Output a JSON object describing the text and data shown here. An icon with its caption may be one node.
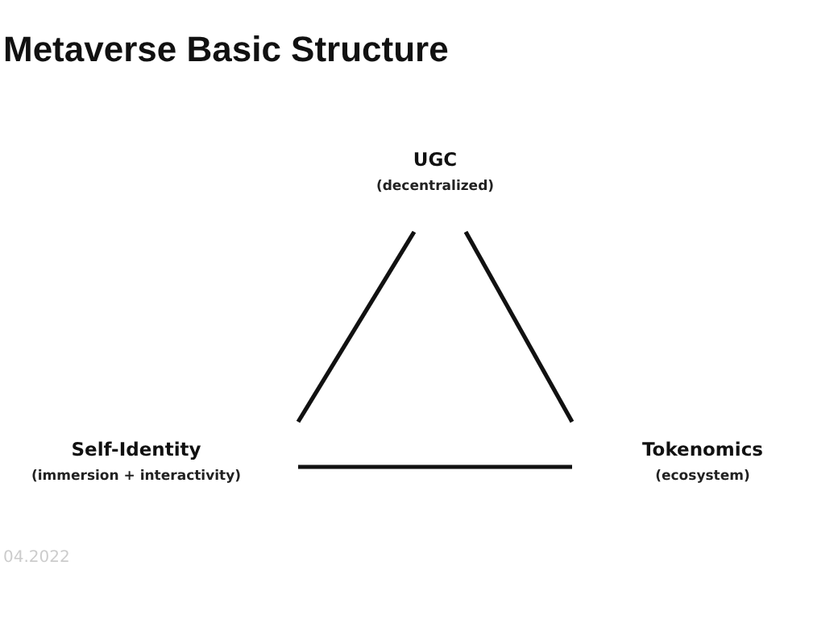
{
  "diagram": {
    "title": "Metaverse Basic Structure",
    "nodes": [
      {
        "text": [
          "UGC",
          "(decentralized)"
        ]
      },
      {
        "text": [
          "Self-Identity",
          "(immersion + interactivity)"
        ]
      },
      {
        "text": [
          "Tokenomics",
          "(ecosystem)"
        ]
      }
    ],
    "edges": [
      {
        "from": 0,
        "to": 1,
        "arrow": "none"
      },
      {
        "from": 0,
        "to": 2,
        "arrow": "none"
      },
      {
        "from": 1,
        "to": 2,
        "arrow": "none"
      }
    ],
    "labels": [
      "04.2022"
    ]
  }
}
